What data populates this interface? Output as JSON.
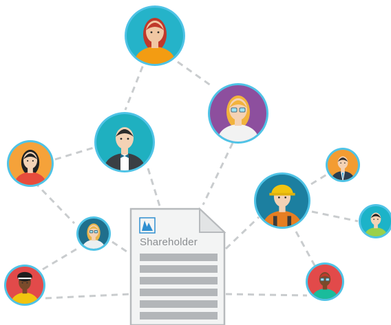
{
  "document": {
    "label": "Shareholder",
    "logo_icon": "m-logo-icon"
  },
  "palette": {
    "ring": "#4fc3e6",
    "connector": "#c9ccce",
    "document_fill": "#f3f4f4",
    "document_stroke": "#b7babd",
    "document_line": "#b3b6b9",
    "logo": "#2f8fd0"
  },
  "avatars": [
    {
      "id": "woman-top",
      "icon": "woman-orange-top-avatar-icon",
      "bg": "#25b3c9"
    },
    {
      "id": "woman-glasses",
      "icon": "woman-blonde-glasses-avatar-icon",
      "bg": "#8d4f9e"
    },
    {
      "id": "man-tuxedo",
      "icon": "man-tuxedo-avatar-icon",
      "bg": "#1fb0c0"
    },
    {
      "id": "woman-red",
      "icon": "woman-red-shirt-avatar-icon",
      "bg": "#f5a23a"
    },
    {
      "id": "woman-small-glasses",
      "icon": "woman-glasses-avatar-icon",
      "bg": "#1f6f8c"
    },
    {
      "id": "woman-headband",
      "icon": "woman-headband-avatar-icon",
      "bg": "#e24a4a"
    },
    {
      "id": "construction-worker",
      "icon": "construction-worker-avatar-icon",
      "bg": "#1c7fa0"
    },
    {
      "id": "man-suit",
      "icon": "man-suit-avatar-icon",
      "bg": "#f39c32"
    },
    {
      "id": "man-green-shirt",
      "icon": "man-green-shirt-avatar-icon",
      "bg": "#1cb3c8"
    },
    {
      "id": "man-red-cap",
      "icon": "man-cap-avatar-icon",
      "bg": "#e24a4a"
    }
  ]
}
